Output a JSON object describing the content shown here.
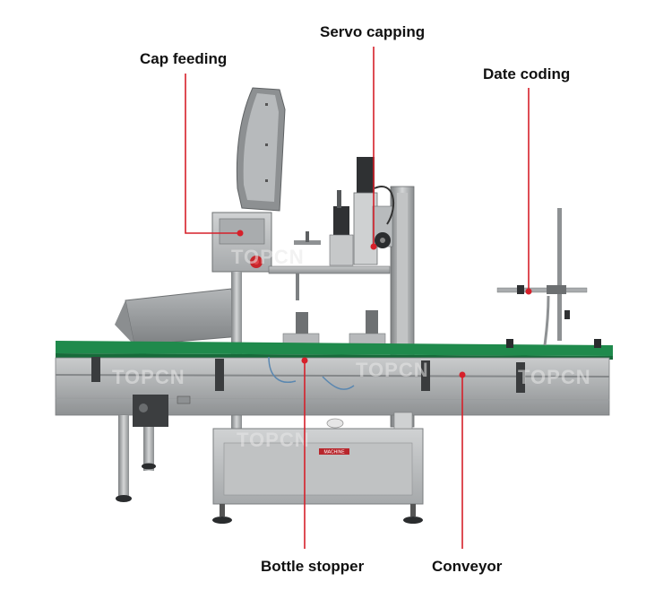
{
  "callouts": {
    "servo_capping": "Servo capping",
    "cap_feeding": "Cap feeding",
    "date_coding": "Date coding",
    "bottle_stopper": "Bottle stopper",
    "conveyor": "Conveyor"
  },
  "watermark": "TOPCN",
  "nameplate": "MACHINE",
  "colors": {
    "leader_line": "#d6202a",
    "conveyor_belt": "#1f8a4c",
    "steel": "#9fa2a4",
    "label_text": "#111111"
  }
}
